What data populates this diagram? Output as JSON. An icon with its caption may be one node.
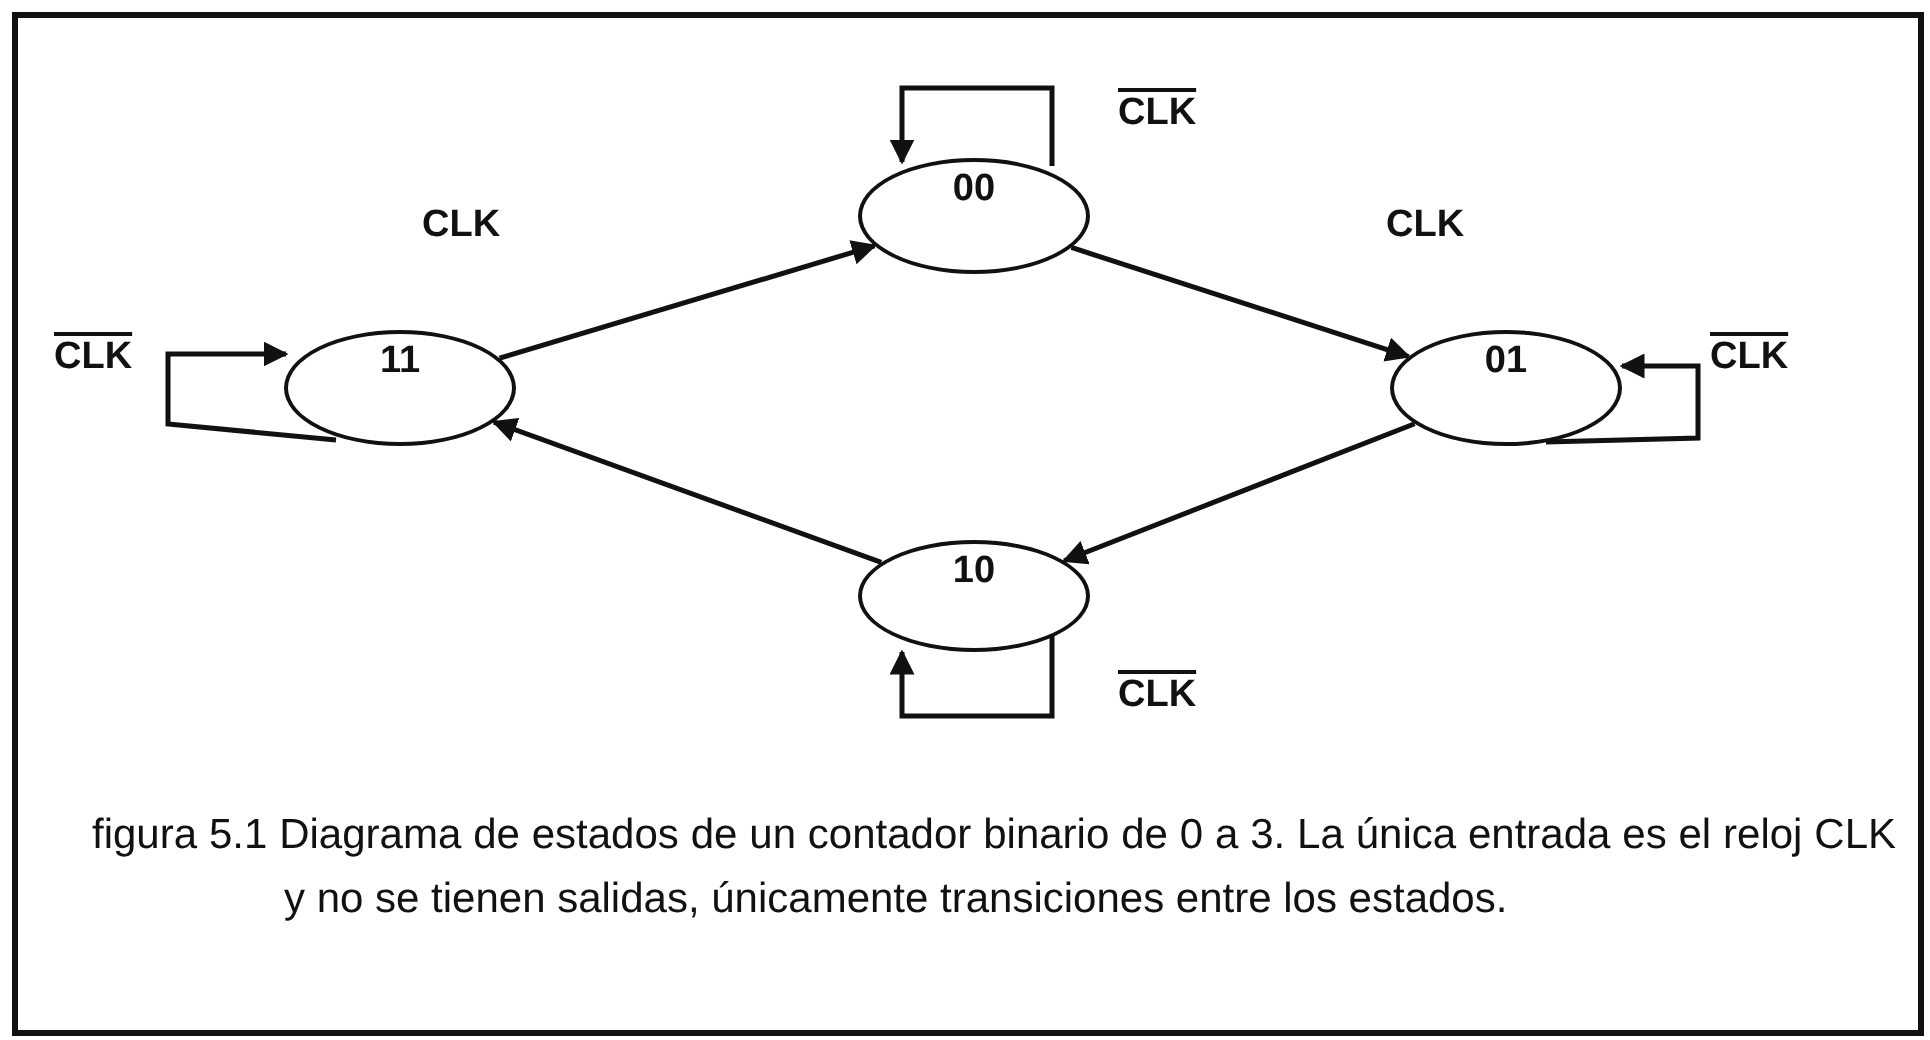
{
  "diagram": {
    "caption": "figura 5.1 Diagrama de estados de un contador binario de 0 a 3. La única entrada es el reloj CLK y no se tienen salidas, únicamente transiciones entre los estados.",
    "nodes": [
      {
        "text": [
          "00"
        ]
      },
      {
        "text": [
          "01"
        ]
      },
      {
        "text": [
          "10"
        ]
      },
      {
        "text": [
          "11"
        ]
      }
    ],
    "edges": [
      {
        "from": 3,
        "to": 0,
        "arrow": "to",
        "label": "CLK"
      },
      {
        "from": 0,
        "to": 1,
        "arrow": "to",
        "label": "CLK"
      },
      {
        "from": 1,
        "to": 2,
        "arrow": "to"
      },
      {
        "from": 2,
        "to": 3,
        "arrow": "to"
      },
      {
        "from": 0,
        "to": 0,
        "arrow": "to",
        "label": "CLK"
      },
      {
        "from": 1,
        "to": 1,
        "arrow": "to",
        "label": "CLK"
      },
      {
        "from": 2,
        "to": 2,
        "arrow": "to",
        "label": "CLK"
      },
      {
        "from": 3,
        "to": 3,
        "arrow": "to",
        "label": "CLK"
      }
    ]
  }
}
